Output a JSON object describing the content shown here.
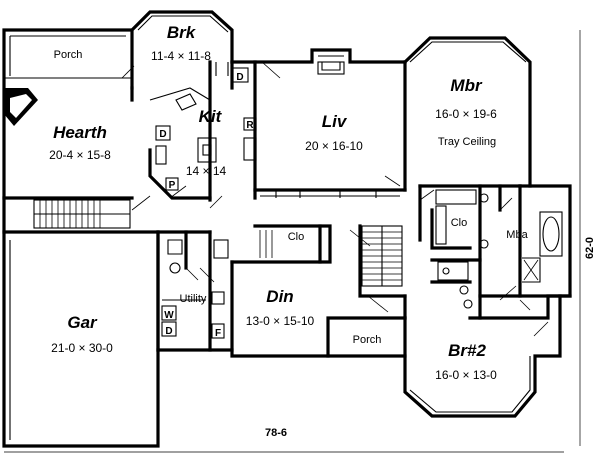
{
  "rooms": {
    "porch_top": "Porch",
    "brk": {
      "name": "Brk",
      "size": "11-4 × 11-8"
    },
    "hearth": {
      "name": "Hearth",
      "size": "20-4 × 15-8"
    },
    "kit": {
      "name": "Kit",
      "size": "14 × 14"
    },
    "liv": {
      "name": "Liv",
      "size": "20 × 16-10"
    },
    "mbr": {
      "name": "Mbr",
      "size": "16-0 × 19-6",
      "note": "Tray Ceiling"
    },
    "clo_master": "Clo",
    "mba": "Mba",
    "clo_hall": "Clo",
    "gar": {
      "name": "Gar",
      "size": "21-0 × 30-0"
    },
    "utility": "Utility",
    "din": {
      "name": "Din",
      "size": "13-0 × 15-10"
    },
    "porch_front": "Porch",
    "br2": {
      "name": "Br#2",
      "size": "16-0 × 13-0"
    }
  },
  "fixtures": {
    "kit_d": "D",
    "kit_p": "P",
    "kit_r": "R",
    "brk_d": "D",
    "util_w": "W",
    "util_d": "D",
    "util_f": "F"
  },
  "dimensions": {
    "overall_width": "78-6",
    "overall_depth": "62-0"
  }
}
